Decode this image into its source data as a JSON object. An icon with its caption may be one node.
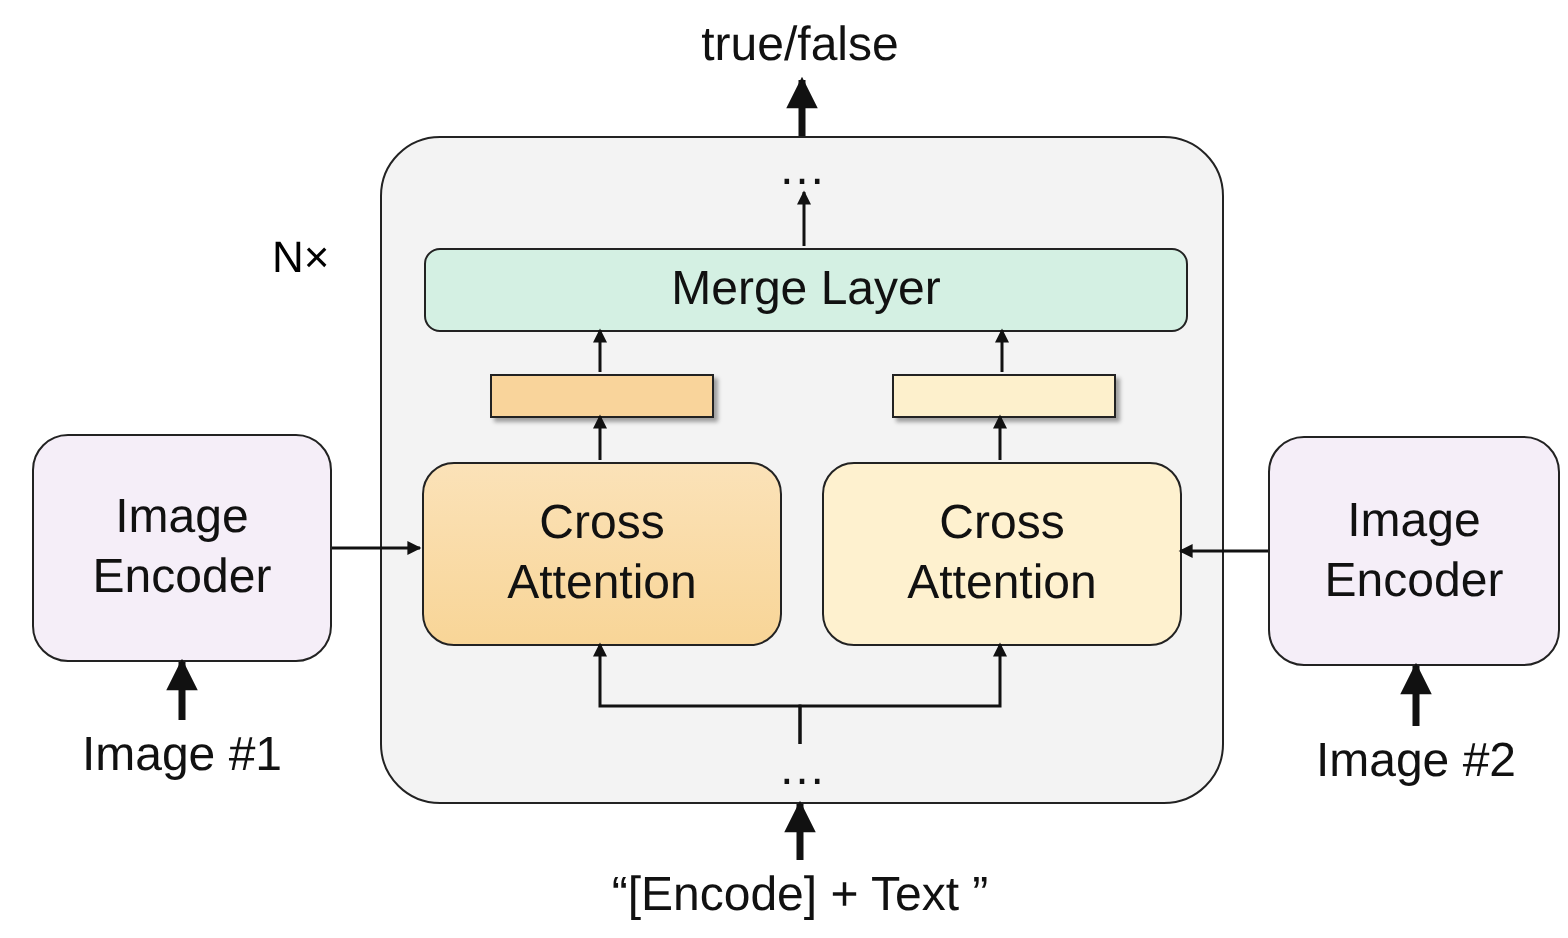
{
  "diagram": {
    "nodes": [
      {
        "text": [
          "true/false"
        ]
      },
      {
        "text": [],
        "shape": "box",
        "beside": [
          "N×"
        ]
      },
      {
        "text": [
          "…"
        ],
        "in": 1
      },
      {
        "text": [
          "Merge Layer"
        ],
        "in": 1
      },
      {
        "text": [],
        "shape": "bar",
        "in": 1
      },
      {
        "text": [],
        "shape": "bar",
        "in": 1
      },
      {
        "text": [
          "Image Encoder"
        ]
      },
      {
        "text": [
          "Cross Attention"
        ],
        "in": 1
      },
      {
        "text": [
          "Cross Attention"
        ],
        "in": 1
      },
      {
        "text": [
          "Image Encoder"
        ]
      },
      {
        "text": [
          "Image #1"
        ]
      },
      {
        "text": [
          "…"
        ],
        "in": 1
      },
      {
        "text": [
          "Image #2"
        ]
      },
      {
        "text": [
          "“[Encode] + Text ”"
        ]
      }
    ],
    "edges": [
      {
        "from": 1,
        "to": 0,
        "arrow": "to",
        "style": "thick"
      },
      {
        "from": 3,
        "to": 2,
        "arrow": "to"
      },
      {
        "from": 4,
        "to": 3,
        "arrow": "to"
      },
      {
        "from": 5,
        "to": 3,
        "arrow": "to"
      },
      {
        "from": 7,
        "to": 4,
        "arrow": "to"
      },
      {
        "from": 8,
        "to": 5,
        "arrow": "to"
      },
      {
        "from": 6,
        "to": 7,
        "arrow": "to"
      },
      {
        "from": 9,
        "to": 8,
        "arrow": "to"
      },
      {
        "from": 10,
        "to": 6,
        "arrow": "to",
        "style": "thick"
      },
      {
        "from": 12,
        "to": 9,
        "arrow": "to",
        "style": "thick"
      },
      {
        "from": 11,
        "to": 7,
        "arrow": "to"
      },
      {
        "from": 11,
        "to": 8,
        "arrow": "to"
      },
      {
        "from": 13,
        "to": 1,
        "arrow": "to",
        "style": "thick"
      }
    ]
  }
}
